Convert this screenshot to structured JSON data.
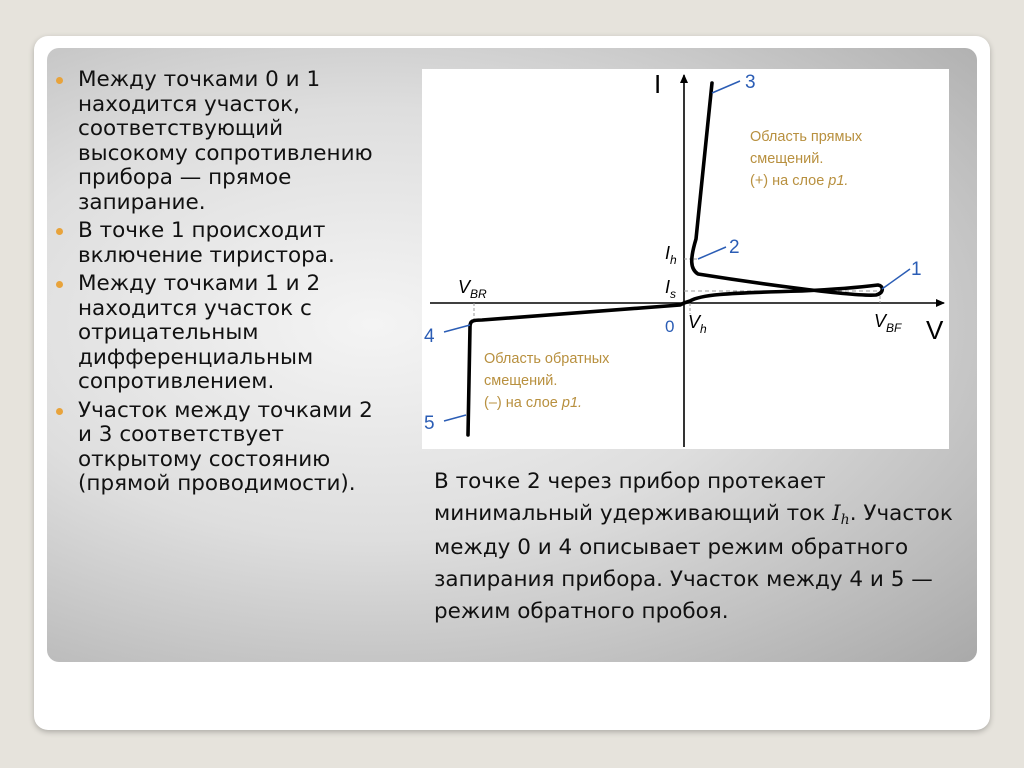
{
  "bullets": [
    "Между точками 0 и 1 находится участок, соответствующий высокому сопротивлению прибора — прямое запирание.",
    "В точке 1 происходит включение тиристора.",
    "Между точками 1 и 2 находится участок с отрицательным дифференциальным сопротивлением.",
    "Участок между точками 2 и 3 соответствует открытому состоянию (прямой проводимости)."
  ],
  "diagram": {
    "axis_y": "I",
    "axis_x": "V",
    "origin": "0",
    "ih": {
      "main": "I",
      "sub": "h"
    },
    "is": {
      "main": "I",
      "sub": "s"
    },
    "vh": {
      "main": "V",
      "sub": "h"
    },
    "vbf": {
      "main": "V",
      "sub": "BF"
    },
    "vbr": {
      "main": "V",
      "sub": "BR"
    },
    "points": [
      "1",
      "2",
      "3",
      "4",
      "5"
    ],
    "forward_region": [
      "Область прямых",
      "смещений.",
      "(+) на слое"
    ],
    "forward_layer": "p1.",
    "reverse_region": [
      "Область обратных",
      "смещений.",
      "(–) на слое"
    ],
    "reverse_layer": "p1.",
    "accent_color": "#2b5db5",
    "region_text_color": "#b8903f"
  },
  "caption": {
    "part1": "В точке 2 через прибор протекает минимальный удерживающий ток ",
    "sym_main": "I",
    "sym_sub": "h",
    "part2": ". Участок между 0 и 4 описывает режим обратного запирания прибора. Участок между 4 и 5 — режим обратного пробоя."
  }
}
